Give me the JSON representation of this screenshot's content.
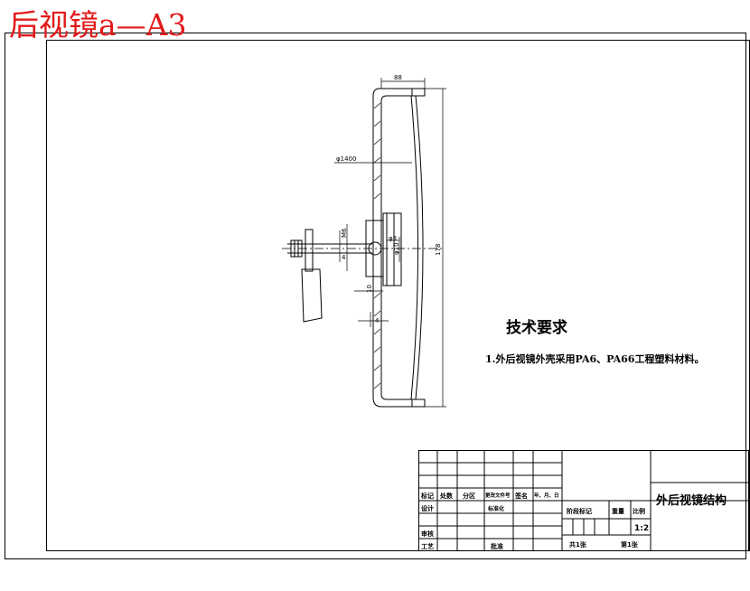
{
  "overlay_title": "后视镜a—A3",
  "drawing": {
    "dim_top": "88",
    "dim_diameter": "φ1400",
    "dim_height": "178",
    "dim_d3": "φ3",
    "dim_d10": "φ10",
    "dim_m6": "M6",
    "dim_4a": "4",
    "dim_4b": "4",
    "dim_10": "10"
  },
  "technical_requirements": {
    "heading": "技术要求",
    "item_1": "1.外后视镜外壳采用PA6、PA66工程塑料材料。"
  },
  "title_block": {
    "mark": "标记",
    "count": "处数",
    "zone": "分区",
    "change_doc_no": "更改文件号",
    "signature": "签名",
    "date": "年、月、日",
    "design": "设计",
    "standardization": "标准化",
    "review": "审核",
    "process": "工艺",
    "approve": "批准",
    "stage_mark": "阶段标记",
    "weight": "重量",
    "scale": "比例",
    "scale_value": "1:2",
    "total_sheets": "共1张",
    "sheet_no": "第1张",
    "part_name": "外后视镜结构"
  }
}
